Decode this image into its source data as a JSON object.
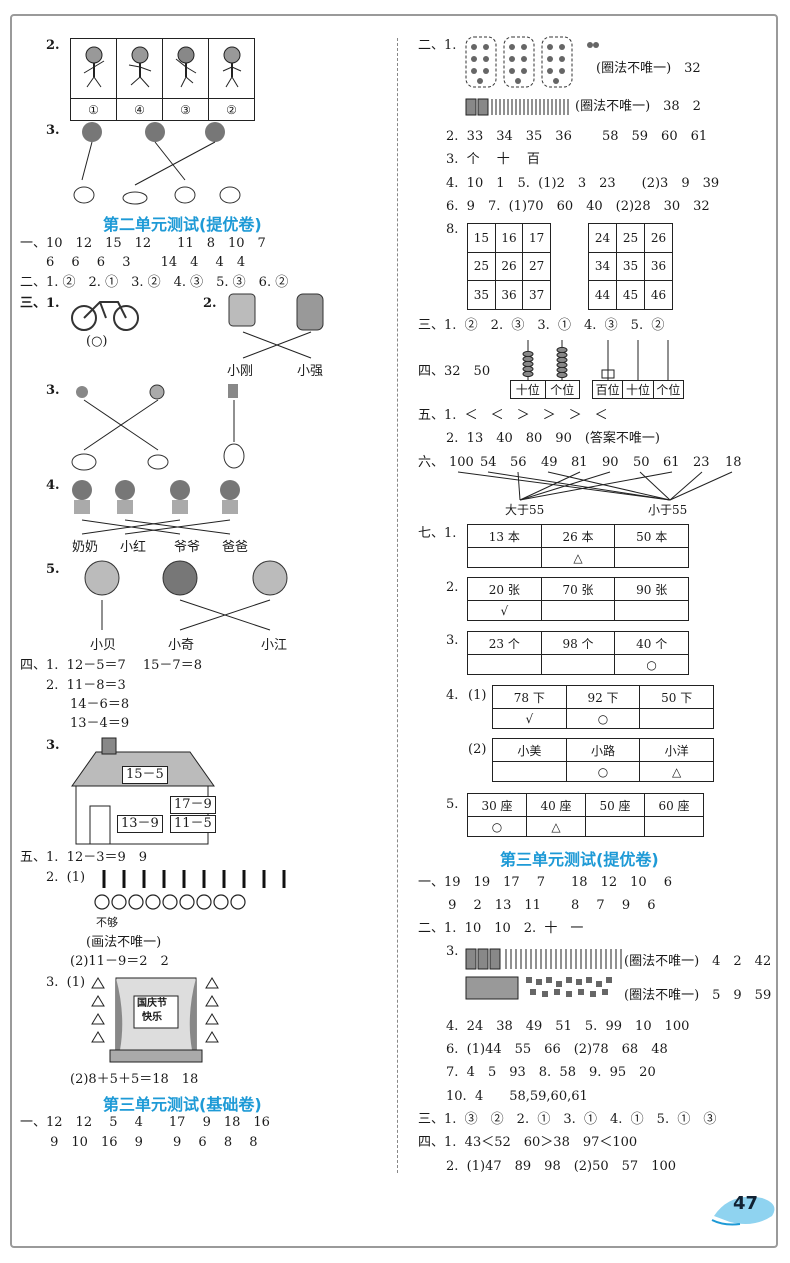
{
  "left": {
    "q2_label": "2.",
    "q2_cells": [
      "①",
      "④",
      "③",
      "②"
    ],
    "q3_label": "3.",
    "sec2_title": "第二单元测试(提优卷)",
    "i1": "一、10　12　15　12　　11　8　10　7",
    "i2": "　　6　 6　 6　 3　　 14　4　 4　4",
    "ii": "二、1. ②　2. ①　3. ②　4. ③　5. ③　6. ②",
    "iii1": "三、1.",
    "iii1_ans": "(○)",
    "iii2": "2.",
    "names_a": [
      "小刚",
      "小强"
    ],
    "iii3": "3.",
    "iii4": "4.",
    "names_b": [
      "奶奶",
      "小红",
      "爷爷",
      "爸爸"
    ],
    "iii5": "5.",
    "names_c": [
      "小贝",
      "小奇",
      "小江"
    ],
    "iv1": "四、1.  12－5＝7　 15－7＝8",
    "iv2a": "2.  11－8＝3",
    "iv2b": "14－6＝8",
    "iv2c": "13－4＝9",
    "iv3": "3.",
    "house": [
      "15－5",
      "17－9",
      "13－9",
      "11－5"
    ],
    "v1": "五、1.  12－3＝9　9",
    "v2": "2.  (1)",
    "v2_note": "不够",
    "v2_note2": "(画法不唯一)",
    "v2_2": "(2)11－9＝2　2",
    "v3": "3.  (1)",
    "stage_sign": [
      "国庆节",
      "快乐"
    ],
    "v3_2": "(2)8＋5＋5＝18　18",
    "sec3_title": "第三单元测试(基础卷)",
    "s3a": "一、12　12　 5　 4　　17　 9　18　16",
    "s3b": "　　 9　10　16　 9　　 9　 6　 8　 8"
  },
  "right": {
    "ii1": "二、1.",
    "ii1_note": "(圈法不唯一)　32",
    "ii1b_note": "(圈法不唯一)　38　2",
    "ii2": "2.  33　34　35　36　　 58　59　60　61",
    "ii3": "3.  个　 十　 百",
    "ii4": "4.  10　1　5.  (1)2　3　23　　(2)3　9　39",
    "ii6": "6.  9　7.  (1)70　60　40　(2)28　30　32",
    "ii8": "8.",
    "grid1": [
      [
        "15",
        "16",
        "17"
      ],
      [
        "25",
        "26",
        "27"
      ],
      [
        "35",
        "36",
        "37"
      ]
    ],
    "grid2": [
      [
        "24",
        "25",
        "26"
      ],
      [
        "34",
        "35",
        "36"
      ],
      [
        "44",
        "45",
        "46"
      ]
    ],
    "iii": "三、1.  ②　2.  ③　3.  ①　4.  ③　5.  ②",
    "iv": "四、32　50",
    "abacus1": [
      "十位",
      "个位"
    ],
    "abacus2": [
      "百位",
      "十位",
      "个位"
    ],
    "v1": "五、1.  ＜　＜　＞　＞　＞　＜",
    "v2": "2.  13　40　80　90　(答案不唯一)",
    "vi": "六、",
    "vi_nums": [
      "100",
      "54",
      "56",
      "49",
      "81",
      "90",
      "50",
      "61",
      "23",
      "18"
    ],
    "vi_gt": "大于55",
    "vi_lt": "小于55",
    "vii1": "七、1.",
    "t1": [
      [
        "13 本",
        "26 本",
        "50 本"
      ],
      [
        "",
        "△",
        ""
      ]
    ],
    "vii2": "2.",
    "t2": [
      [
        "20 张",
        "70 张",
        "90 张"
      ],
      [
        "√",
        "",
        ""
      ]
    ],
    "vii3": "3.",
    "t3": [
      [
        "23 个",
        "98 个",
        "40 个"
      ],
      [
        "",
        "",
        "○"
      ]
    ],
    "vii4": "4.",
    "vii4_1": "(1)",
    "t4": [
      [
        "78 下",
        "92 下",
        "50 下"
      ],
      [
        "√",
        "○",
        ""
      ]
    ],
    "vii4_2": "(2)",
    "t5": [
      [
        "小美",
        "小路",
        "小洋"
      ],
      [
        "",
        "○",
        "△"
      ]
    ],
    "vii5": "5.",
    "t6": [
      [
        "30 座",
        "40 座",
        "50 座",
        "60 座"
      ],
      [
        "○",
        "△",
        "",
        ""
      ]
    ],
    "sec_title": "第三单元测试(提优卷)",
    "a1": "一、19　19　17　 7　　18　12　10　 6",
    "a2": "　　 9　 2　13　11　　 8　 7　 9　 6",
    "b1": "二、1.  10　10　2.  十　一",
    "b3": "3.",
    "b3_note1": "(圈法不唯一)　4　2　42",
    "b3_note2": "(圈法不唯一)　5　9　59",
    "b4": "4.  24　38　49　51　5.  99　10　100",
    "b6": "6.  (1)44　55　66　(2)78　68　48",
    "b7": "7.  4　5　93　8.  58　9.  95　20",
    "b10": "10.  4　　58,59,60,61",
    "c": "三、1.  ③　②　2.  ①　3.  ①　4.  ①　5.  ①　③",
    "d1": "四、1.  43＜52　60＞38　97＜100",
    "d2": "2.  (1)47　89　98　(2)50　57　100"
  },
  "page_number": "47"
}
